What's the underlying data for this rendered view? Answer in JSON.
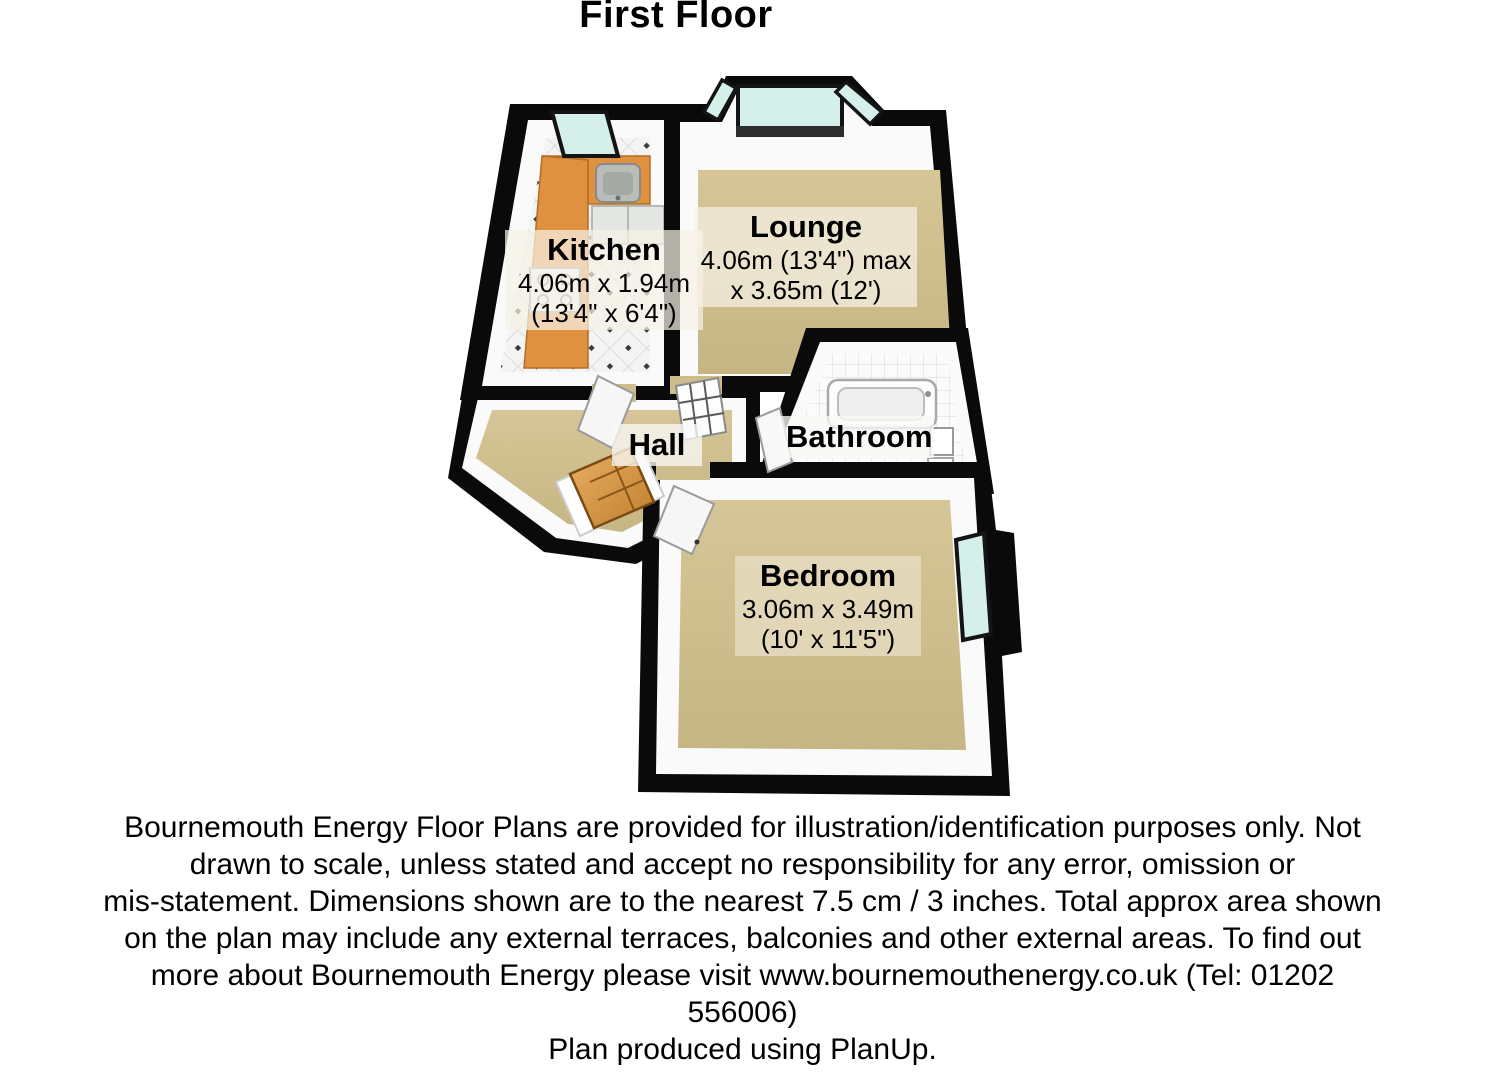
{
  "title": "First Floor",
  "rooms": {
    "kitchen": {
      "name": "Kitchen",
      "dim_metric": "4.06m x 1.94m",
      "dim_imperial": "(13'4\" x 6'4\")"
    },
    "lounge": {
      "name": "Lounge",
      "dim_line1": "4.06m (13'4\") max",
      "dim_line2": "x 3.65m (12')"
    },
    "hall": {
      "name": "Hall"
    },
    "bathroom": {
      "name": "Bathroom"
    },
    "bedroom": {
      "name": "Bedroom",
      "dim_metric": "3.06m x 3.49m",
      "dim_imperial": "(10' x 11'5\")"
    }
  },
  "footer": {
    "lines": [
      "Bournemouth Energy Floor Plans are provided for illustration/identification purposes only. Not",
      "drawn to scale, unless stated and accept no responsibility for any error, omission or",
      "mis-statement. Dimensions shown are to the nearest 7.5 cm / 3 inches. Total approx area shown",
      "on the plan may include any external terraces, balconies and other external areas. To find out",
      "more about Bournemouth Energy please visit www.bournemouthenergy.co.uk (Tel: 01202",
      "556006)",
      "Plan produced using PlanUp."
    ]
  },
  "colors": {
    "wall": "#0a0a0a",
    "wall_face": "#fafafa",
    "carpet": "#cdbd8c",
    "kitchen_floor": "#f4f4f4",
    "kitchen_counter": "#e0913f",
    "window_glass": "#d5efea",
    "front_door": "#d6933f",
    "bath_fixture": "#fdfdfd",
    "label_bg": "rgba(245,241,230,0.72)"
  }
}
